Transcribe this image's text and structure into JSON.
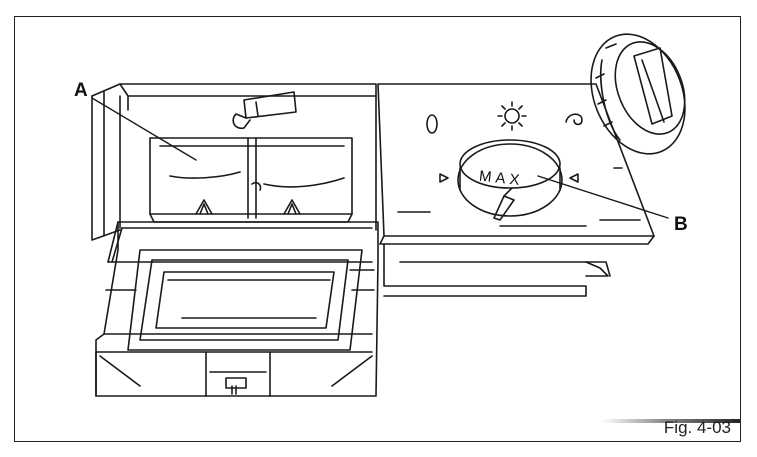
{
  "figure": {
    "caption": "Fig. 4-03",
    "callouts": [
      {
        "id": "A",
        "label": "A"
      },
      {
        "id": "B",
        "label": "B"
      }
    ],
    "dial_text": "MAX"
  },
  "colors": {
    "line": "#1a1a1a",
    "frame": "#222222",
    "background": "#ffffff"
  }
}
